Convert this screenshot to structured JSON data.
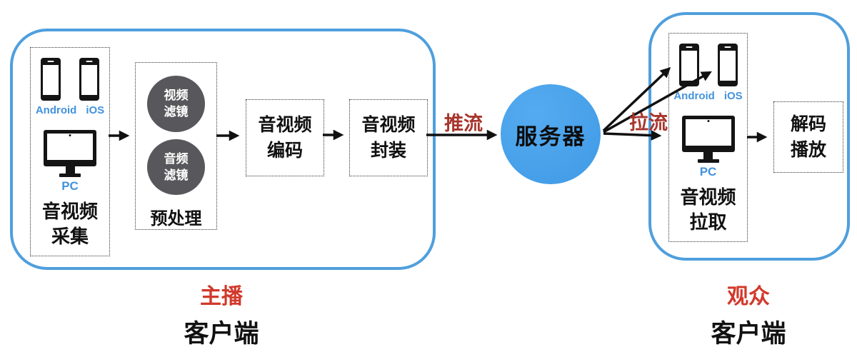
{
  "colors": {
    "box_border_blue": "#4f9fdd",
    "server_fill_blue": "#47a1ea",
    "device_label_blue": "#4292dd",
    "role_red": "#d2392b",
    "stream_red": "#a8352c",
    "filter_circle_gray": "#58585c"
  },
  "broadcaster": {
    "role_label": "主播",
    "client_label": "客户端",
    "capture": {
      "android_label": "Android",
      "ios_label": "iOS",
      "pc_label": "PC",
      "title_line1": "音视频",
      "title_line2": "采集"
    },
    "preprocess": {
      "title": "预处理",
      "video_filter_line1": "视频",
      "video_filter_line2": "滤镜",
      "audio_filter_line1": "音频",
      "audio_filter_line2": "滤镜"
    },
    "encode_line1": "音视频",
    "encode_line2": "编码",
    "package_line1": "音视频",
    "package_line2": "封装"
  },
  "server": {
    "label": "服务器"
  },
  "streams": {
    "push_label": "推流",
    "pull_label": "拉流"
  },
  "viewer": {
    "role_label": "观众",
    "client_label": "客户端",
    "pull": {
      "android_label": "Android",
      "ios_label": "iOS",
      "pc_label": "PC",
      "title_line1": "音视频",
      "title_line2": "拉取"
    },
    "decode_line1": "解码",
    "decode_line2": "播放"
  }
}
